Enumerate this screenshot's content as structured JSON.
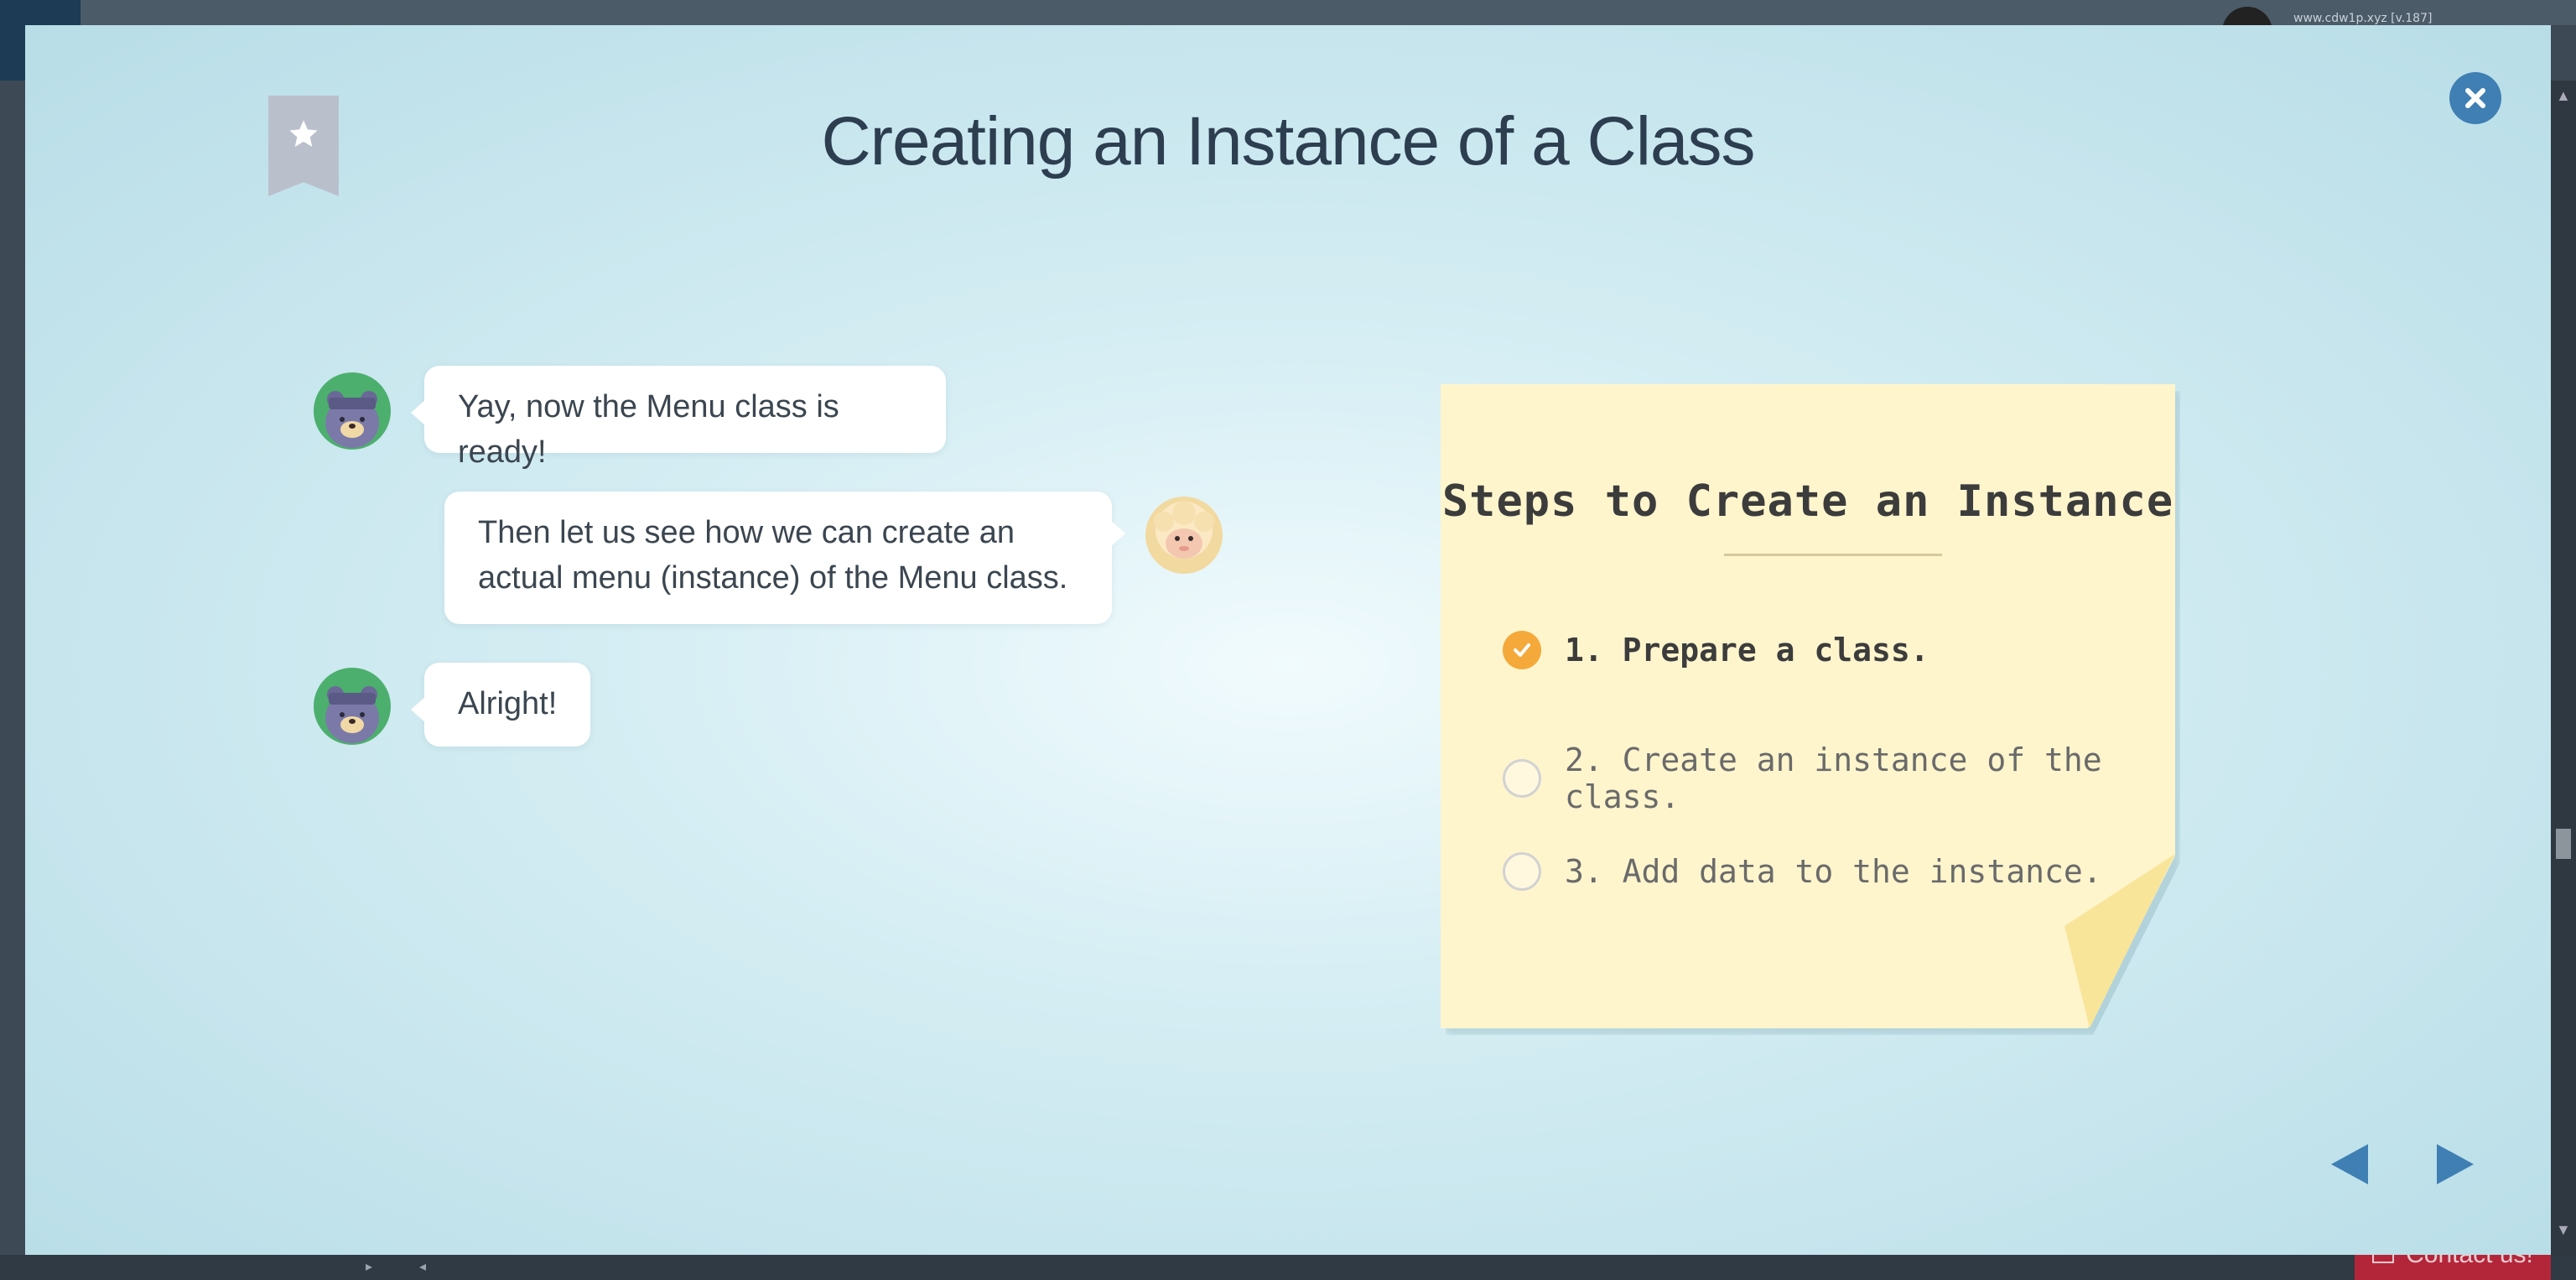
{
  "background": {
    "url_text": "www.cdw1p.xyz [v.187]",
    "contact_label": "Contact us!"
  },
  "lesson": {
    "title": "Creating an Instance of a Class",
    "bookmark_icon": "star-icon",
    "close_icon": "close-icon"
  },
  "chat": [
    {
      "speaker": "bear",
      "side": "left",
      "text": "Yay, now the Menu class is ready!"
    },
    {
      "speaker": "sheep",
      "side": "right",
      "text": "Then let us see how we can create an actual menu (instance) of the Menu class."
    },
    {
      "speaker": "bear",
      "side": "left",
      "text": "Alright!"
    }
  ],
  "note": {
    "title": "Steps to Create an Instance",
    "steps": [
      {
        "label": "1. Prepare a class.",
        "done": true
      },
      {
        "label": "2. Create an instance of the class.",
        "done": false
      },
      {
        "label": "3. Add data to the instance.",
        "done": false
      }
    ]
  },
  "colors": {
    "accent": "#3f7fb3",
    "check": "#f4a93a",
    "note": "#fff5cd"
  },
  "navigation": {
    "prev_icon": "prev-arrow-icon",
    "next_icon": "next-arrow-icon"
  }
}
